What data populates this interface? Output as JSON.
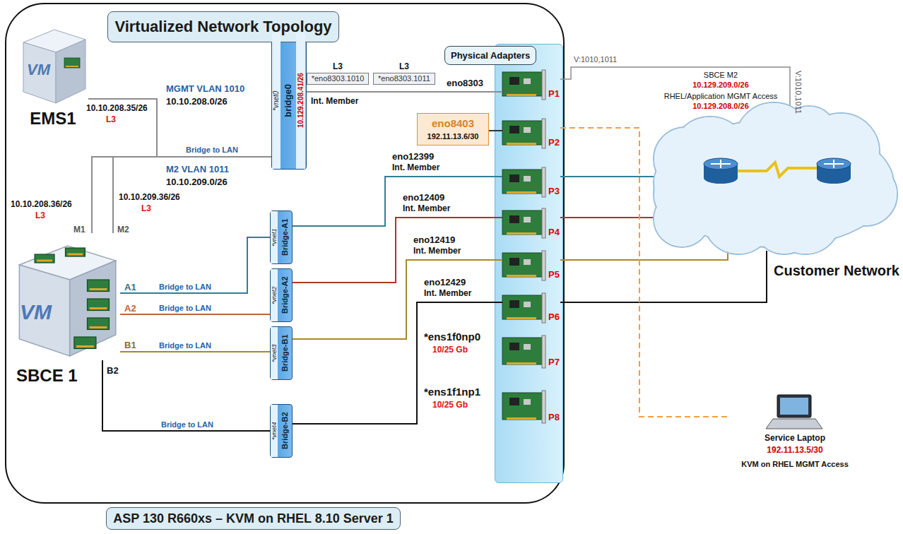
{
  "diagram": {
    "title": "Virtualized Network Topology",
    "caption": "ASP 130 R660xs – KVM on RHEL 8.10 Server 1",
    "nodes": [
      {
        "text": [
          "EMS1"
        ]
      },
      {
        "text": [
          "*vnet0",
          "bridge0",
          "10.129.208.41/26"
        ]
      },
      {
        "text": [
          "L3",
          "*eno8303.1010"
        ]
      },
      {
        "text": [
          "L3",
          "*eno8303.1011"
        ]
      },
      {
        "text": [
          "SBCE 1"
        ]
      },
      {
        "text": [
          "*vnet1",
          "Bridge-A1"
        ]
      },
      {
        "text": [
          "*vnet2",
          "Bridge-A2"
        ]
      },
      {
        "text": [
          "*vnet3",
          "Bridge-B1"
        ]
      },
      {
        "text": [
          "*vnet4",
          "Bridge-B2"
        ]
      },
      {
        "text": [
          "Physical Adapters"
        ]
      },
      {
        "text": [
          "P1"
        ],
        "in": 9
      },
      {
        "text": [
          "P2"
        ],
        "in": 9
      },
      {
        "text": [
          "P3"
        ],
        "in": 9
      },
      {
        "text": [
          "P4"
        ],
        "in": 9
      },
      {
        "text": [
          "P5"
        ],
        "in": 9
      },
      {
        "text": [
          "P6"
        ],
        "in": 9
      },
      {
        "text": [
          "P7"
        ],
        "in": 9
      },
      {
        "text": [
          "P8"
        ],
        "in": 9
      },
      {
        "text": [
          "eno8403",
          "192.11.13.6/30"
        ]
      },
      {
        "text": [
          "Customer Network"
        ]
      },
      {
        "text": [
          "Service Laptop",
          "192.11.13.5/30",
          "KVM on RHEL MGMT Access"
        ]
      }
    ],
    "edges": [
      {
        "from": 0,
        "to": 1,
        "arrow": "none",
        "label": "Bridge to LAN"
      },
      {
        "from": 4,
        "to": 1,
        "arrow": "none"
      },
      {
        "from": 4,
        "to": 1,
        "arrow": "none"
      },
      {
        "from": 1,
        "to": 10,
        "arrow": "none"
      },
      {
        "from": 4,
        "to": 5,
        "arrow": "none",
        "label": "Bridge to LAN"
      },
      {
        "from": 4,
        "to": 6,
        "arrow": "none",
        "label": "Bridge to LAN"
      },
      {
        "from": 4,
        "to": 7,
        "arrow": "none",
        "label": "Bridge to LAN"
      },
      {
        "from": 4,
        "to": 8,
        "arrow": "none",
        "label": "Bridge to LAN"
      },
      {
        "from": 5,
        "to": 12,
        "arrow": "none"
      },
      {
        "from": 6,
        "to": 13,
        "arrow": "none"
      },
      {
        "from": 7,
        "to": 14,
        "arrow": "none"
      },
      {
        "from": 8,
        "to": 15,
        "arrow": "none"
      },
      {
        "from": 10,
        "to": 19,
        "arrow": "none"
      },
      {
        "from": 12,
        "to": 19,
        "arrow": "none"
      },
      {
        "from": 13,
        "to": 19,
        "arrow": "none"
      },
      {
        "from": 14,
        "to": 19,
        "arrow": "none"
      },
      {
        "from": 15,
        "to": 19,
        "arrow": "none"
      },
      {
        "from": 18,
        "to": 11,
        "arrow": "none"
      },
      {
        "from": 11,
        "to": 20,
        "arrow": "none"
      }
    ],
    "labels": [
      "10.10.208.35/26",
      "L3",
      "MGMT VLAN 1010",
      "10.10.208.0/26",
      "M2 VLAN 1011",
      "10.10.209.0/26",
      "eno8303",
      "Int. Member",
      "V:1010,1011",
      "SBCE M2",
      "10.129.209.0/26",
      "RHEL/Application MGMT Access",
      "10.129.208.0/26",
      "V:1010,1011",
      "10.10.208.36/26",
      "L3",
      "M1",
      "10.10.209.36/26",
      "L3",
      "M2",
      "A1",
      "A2",
      "B1",
      "B2",
      "eno12399",
      "Int. Member",
      "eno12409",
      "Int. Member",
      "eno12419",
      "Int. Member",
      "eno12429",
      "Int. Member",
      "*ens1f0np0",
      "10/25 Gb",
      "*ens1f1np1",
      "10/25 Gb",
      "VM",
      "VM"
    ]
  }
}
